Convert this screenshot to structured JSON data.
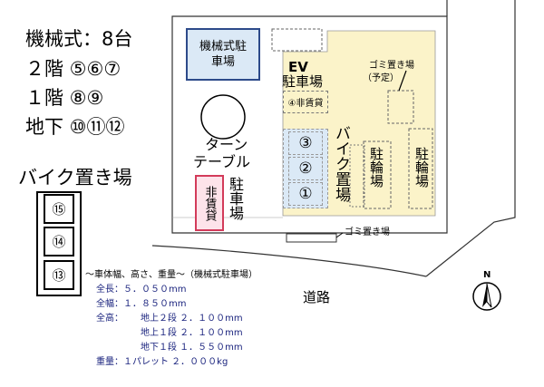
{
  "summary": {
    "line1": "機械式：8台",
    "line2": "２階 ⑤⑥⑦",
    "line3": "１階 ⑧⑨",
    "line4": "地下 ⑩⑪⑫"
  },
  "bike_parking": {
    "title": "バイク置き場",
    "slots": [
      "⑮",
      "⑭",
      "⑬"
    ]
  },
  "map": {
    "mechanical_parking": "機械式駐車場",
    "ev_label": "EV",
    "parking_top": "駐車場",
    "spot_4": "④非賃貸",
    "spots": [
      "③",
      "②",
      "①"
    ],
    "bike_area_main": "バイク置場",
    "bicycle_parking_1": "駐輪場",
    "bicycle_parking_2": "駐輪場",
    "garbage_planned_line1": "ゴミ置き場",
    "garbage_planned_line2": "（予定）",
    "garbage_bottom": "ゴミ置き場",
    "turntable_line1": "ターン",
    "turntable_line2": "テーブル",
    "non_rental": "非賃貸",
    "parking_left": "駐車場",
    "road": "道路",
    "north": "N"
  },
  "specs": {
    "title": "～車体幅、高さ、重量～（機械式駐車場）",
    "length": "全長：５．０５０mm",
    "width": "全幅：１．８５０mm",
    "height_label": "全高：",
    "height_2f": "地上２段 ２．１００mm",
    "height_1f": "地上１段 ２．１００mm",
    "height_b1": "地下１段 １．５５０mm",
    "weight": "重量：１パレット ２．０００kg"
  },
  "colors": {
    "lot_yellow": "#fbf3c9",
    "spot_blue": "#dbe9f6",
    "mech_blue": "#dbe9f6",
    "mech_border": "#2d4a8a",
    "non_rental_pink": "#fde3ea",
    "non_rental_border": "#d33b5a"
  }
}
